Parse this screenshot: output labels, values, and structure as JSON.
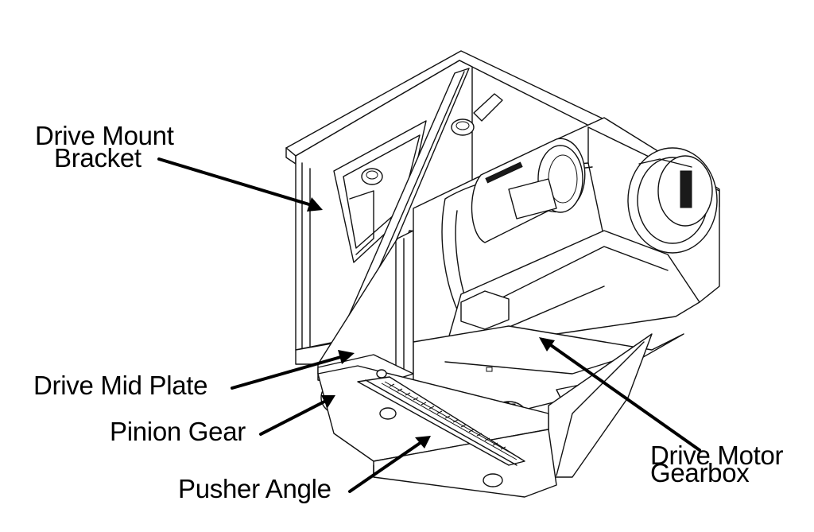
{
  "labels": {
    "drive_mount_bracket_line1": "Drive Mount",
    "drive_mount_bracket_line2": "Bracket",
    "drive_mid_plate": "Drive Mid Plate",
    "pinion_gear": "Pinion Gear",
    "pusher_angle": "Pusher Angle",
    "drive_motor_gearbox_line1": "Drive Motor",
    "drive_motor_gearbox_line2": "Gearbox"
  },
  "colors": {
    "line": "#111111",
    "background": "#ffffff",
    "leader": "#000000"
  }
}
